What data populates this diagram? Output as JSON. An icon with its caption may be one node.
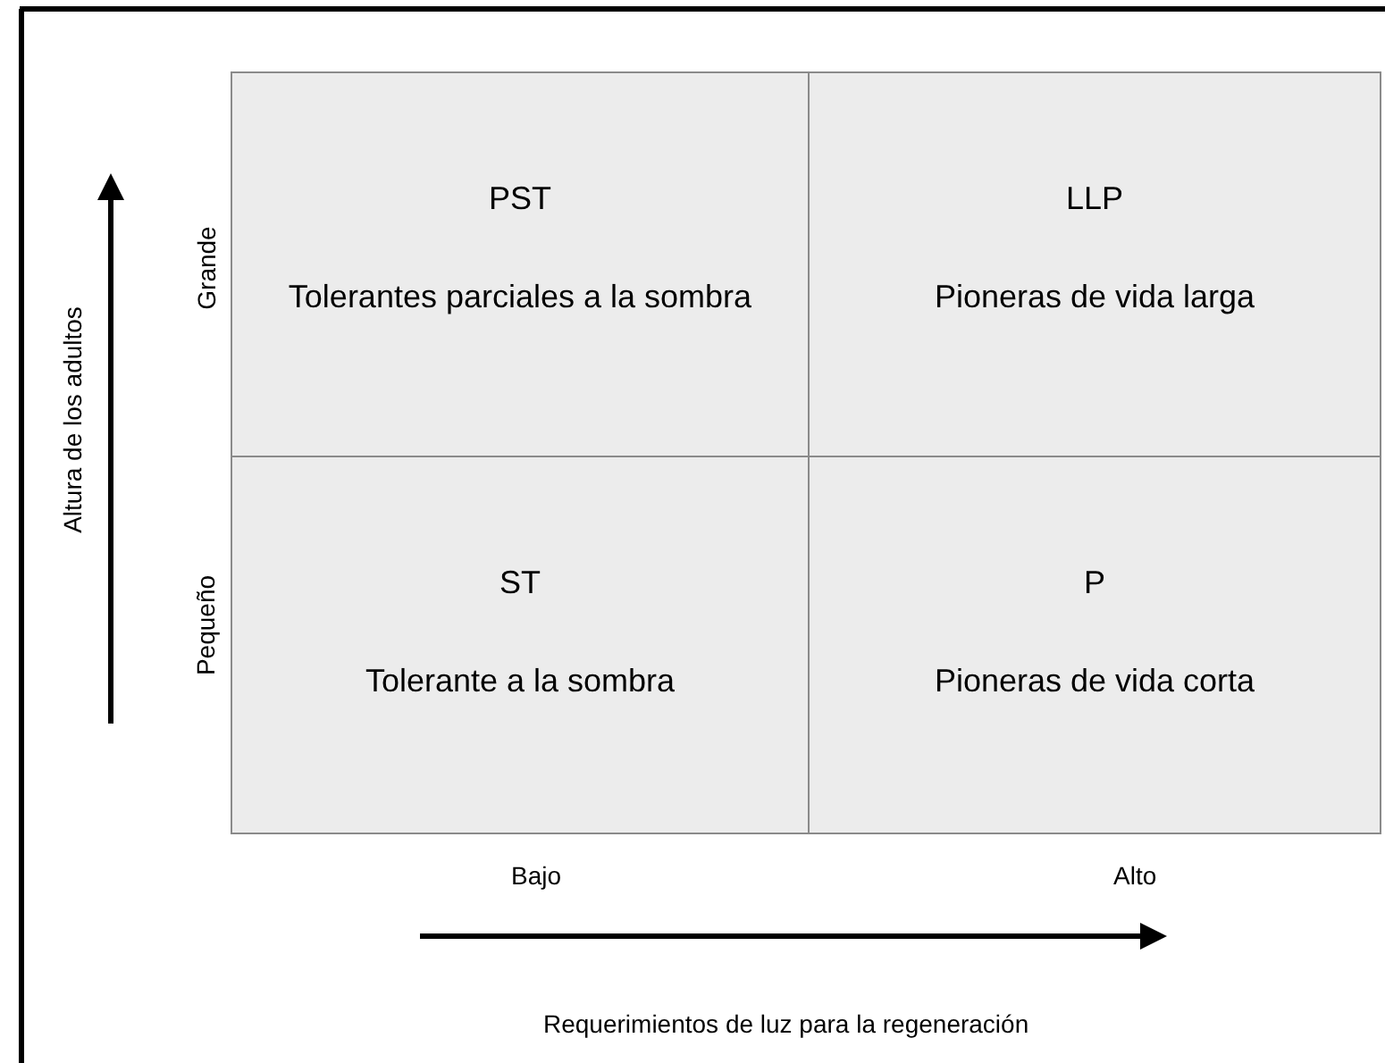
{
  "diagram": {
    "nodes": [
      {
        "text": [
          "PST",
          "Tolerantes parciales a la sombra"
        ]
      },
      {
        "text": [
          "LLP",
          "Pioneras de vida larga"
        ]
      },
      {
        "text": [
          "ST",
          "Tolerante a la sombra"
        ]
      },
      {
        "text": [
          "P",
          "Pioneras de vida corta"
        ]
      }
    ],
    "labels": [
      "Altura de los adultos",
      "Grande",
      "Pequeño",
      "Bajo",
      "Alto",
      "Requerimientos de luz para la regeneración"
    ]
  }
}
